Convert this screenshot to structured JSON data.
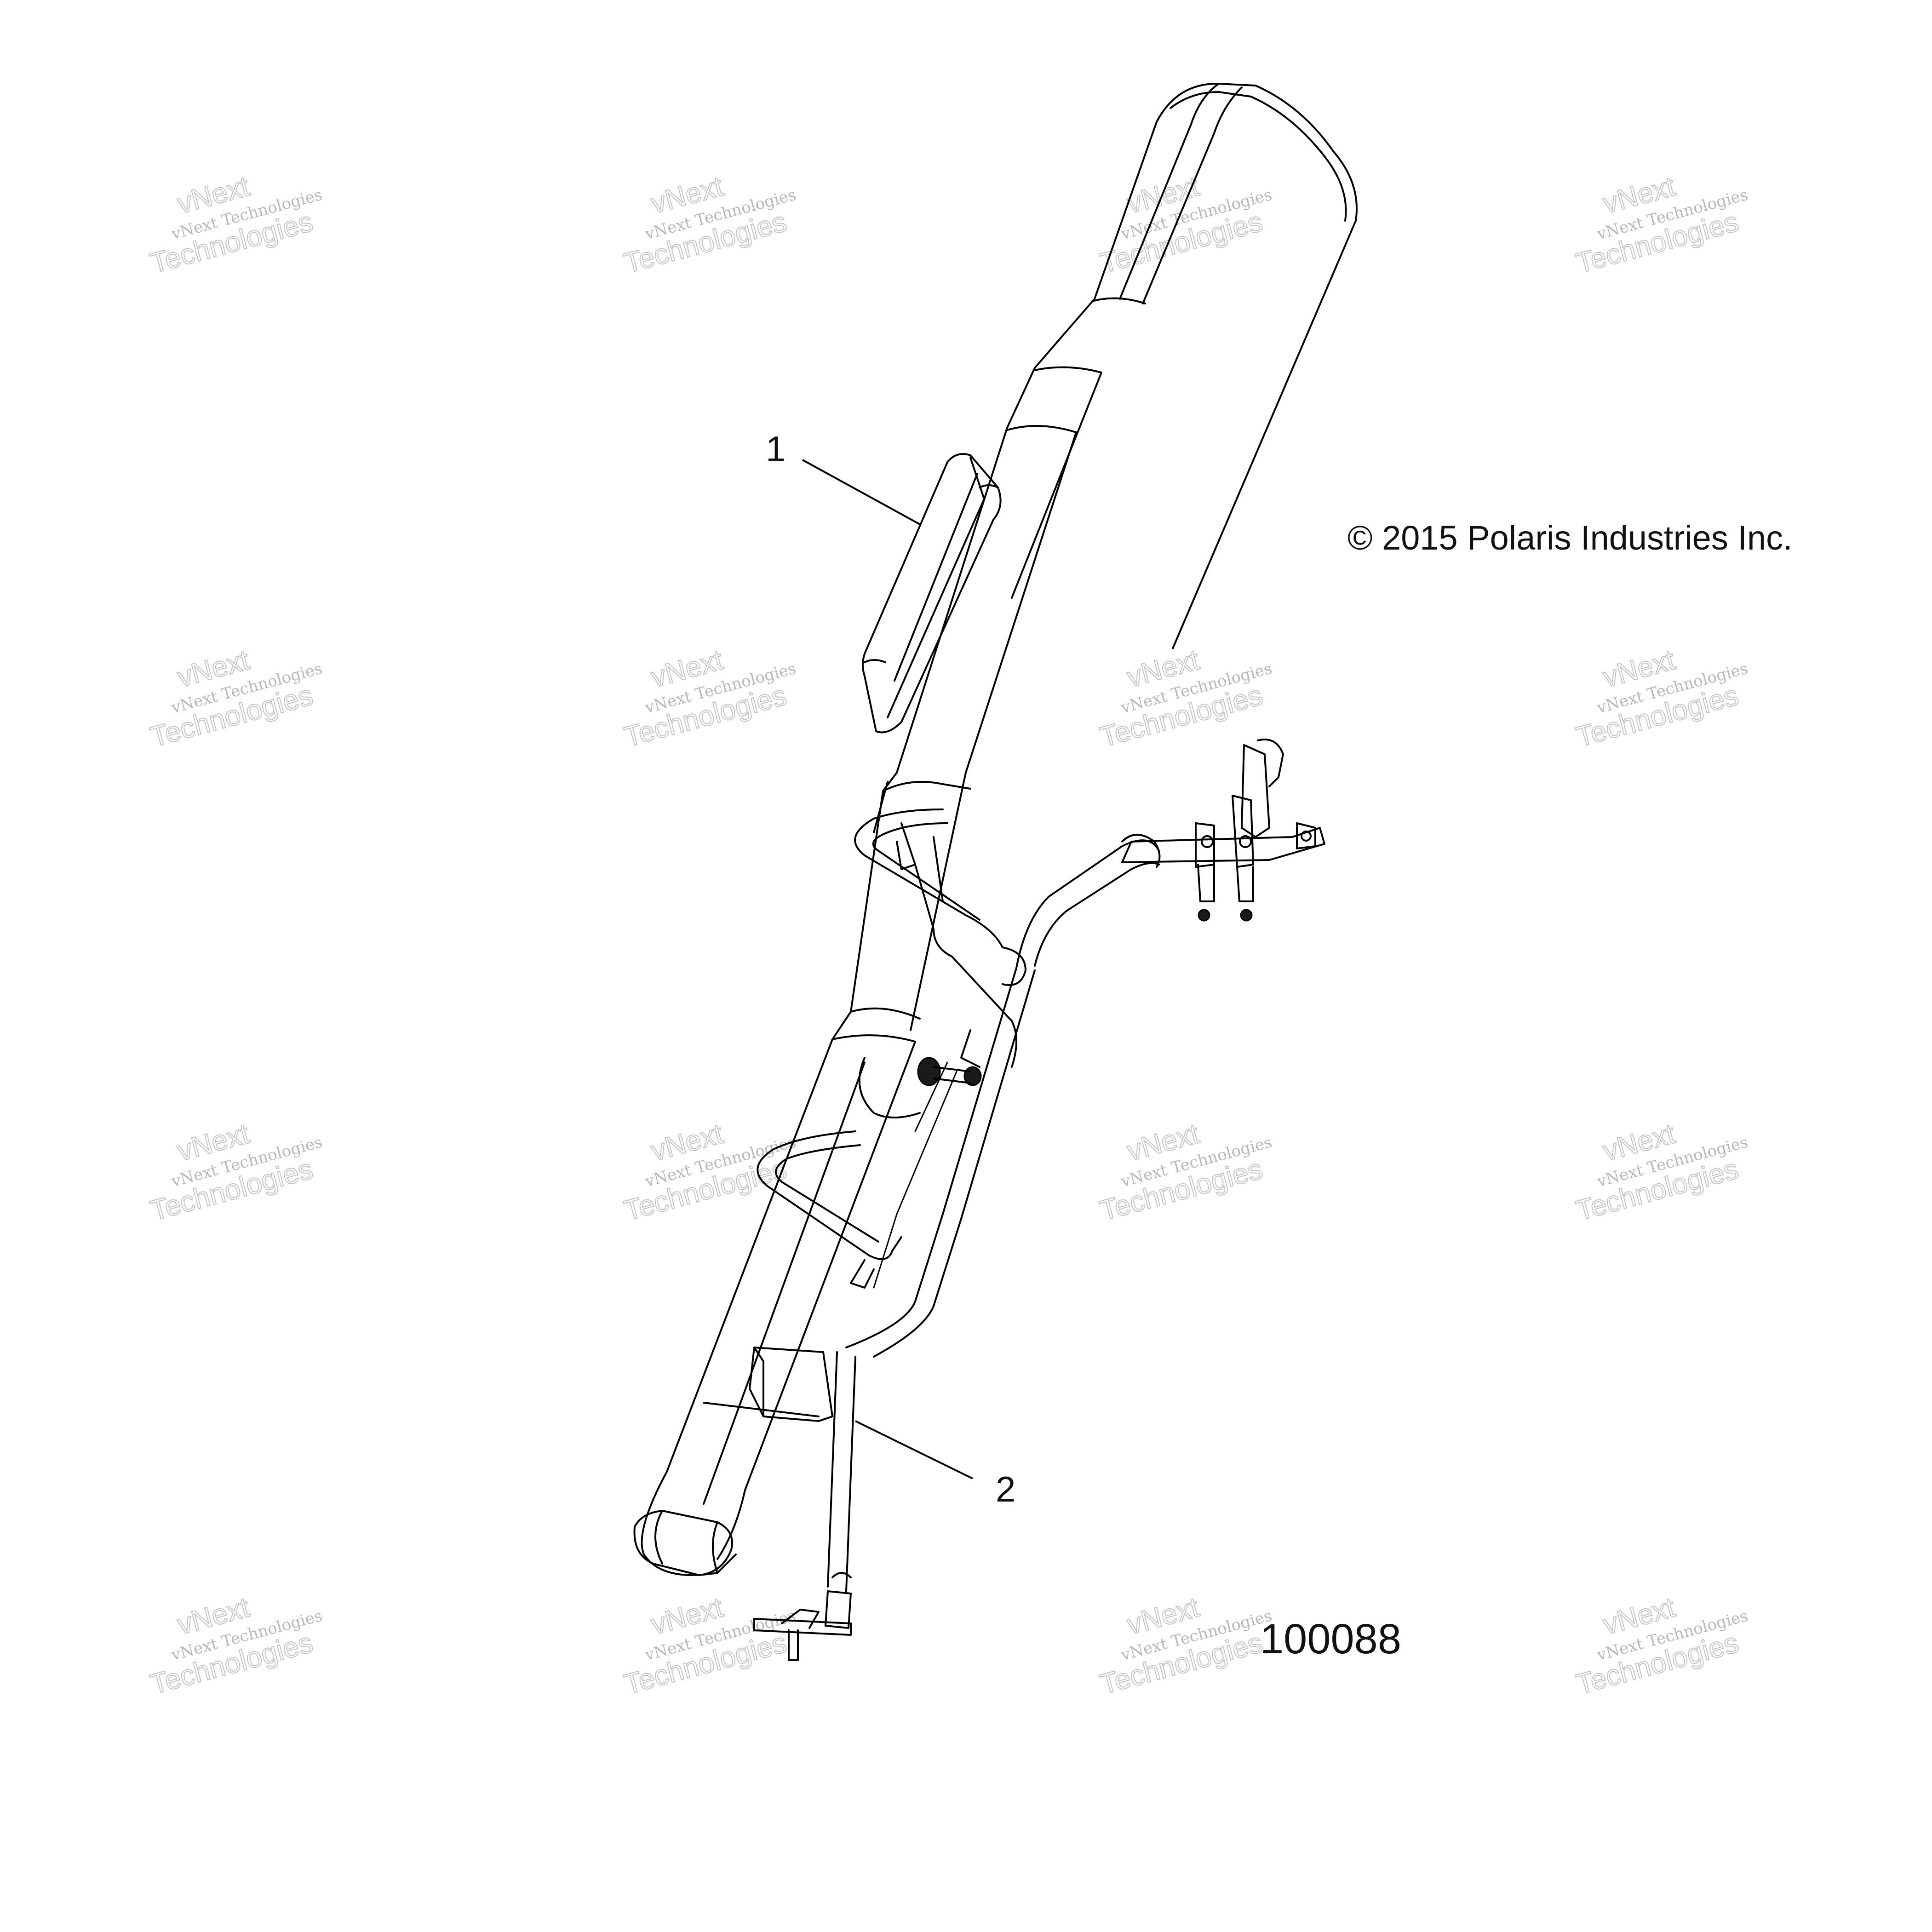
{
  "diagram": {
    "callouts": [
      {
        "id": "1"
      },
      {
        "id": "2"
      }
    ],
    "copyright": "© 2015 Polaris Industries Inc.",
    "drawing_number": "100088",
    "watermark": {
      "line1": "vNext",
      "line2": "vNext Technologies",
      "line3": "Technologies"
    },
    "colors": {
      "line": "#000000",
      "background": "#ffffff",
      "watermark": "#c4c4c4"
    }
  }
}
